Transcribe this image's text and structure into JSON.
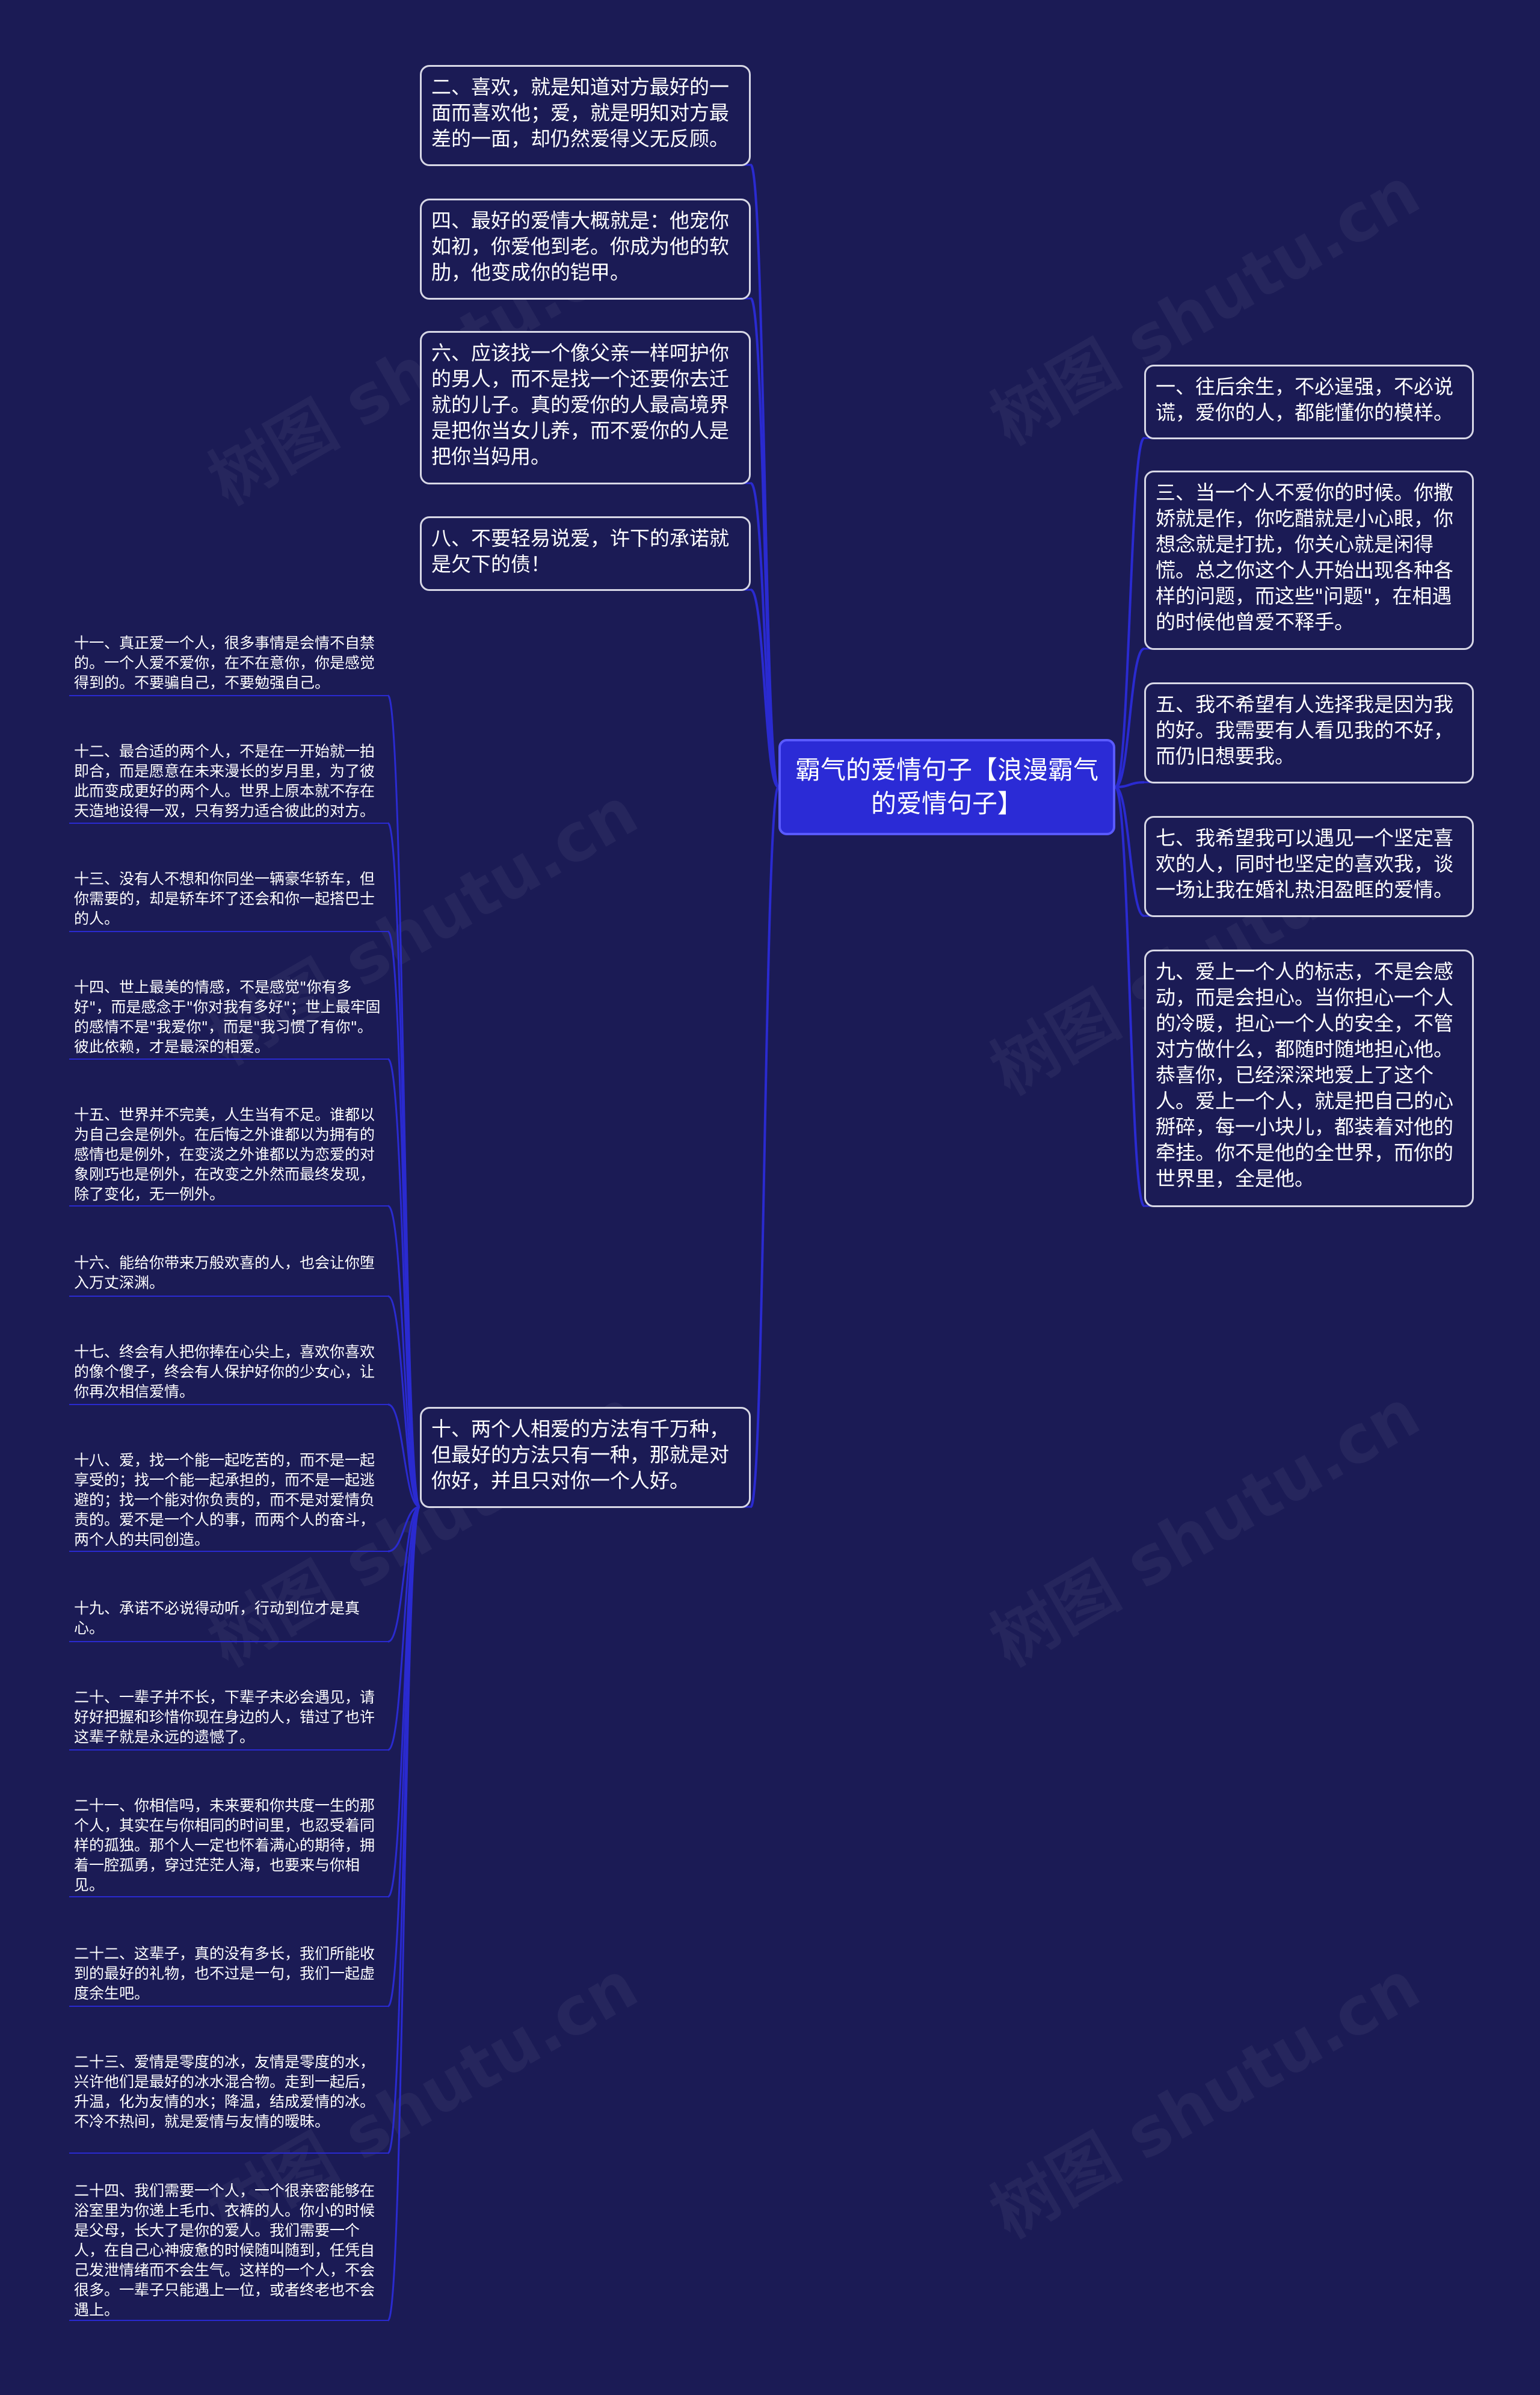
{
  "diagram": {
    "root": "霸气的爱情句子【浪漫霸气的爱情句子】",
    "left_nodes": [
      {
        "id": "n2",
        "text": "二、喜欢，就是知道对方最好的一面而喜欢他；爱，就是明知对方最差的一面，却仍然爱得义无反顾。"
      },
      {
        "id": "n4",
        "text": "四、最好的爱情大概就是：他宠你如初，你爱他到老。你成为他的软肋，他变成你的铠甲。"
      },
      {
        "id": "n6",
        "text": "六、应该找一个像父亲一样呵护你的男人，而不是找一个还要你去迁就的儿子。真的爱你的人最高境界是把你当女儿养，而不爱你的人是把你当妈用。"
      },
      {
        "id": "n8",
        "text": "八、不要轻易说爱，许下的承诺就是欠下的债！"
      },
      {
        "id": "n10",
        "text": "十、两个人相爱的方法有千万种，但最好的方法只有一种，那就是对你好，并且只对你一个人好。"
      }
    ],
    "right_nodes": [
      {
        "id": "n1",
        "text": "一、往后余生，不必逞强，不必说谎，爱你的人，都能懂你的模样。"
      },
      {
        "id": "n3",
        "text": "三、当一个人不爱你的时候。你撒娇就是作，你吃醋就是小心眼，你想念就是打扰，你关心就是闲得慌。总之你这个人开始出现各种各样的问题，而这些\"问题\"，在相遇的时候他曾爱不释手。"
      },
      {
        "id": "n5",
        "text": "五、我不希望有人选择我是因为我的好。我需要有人看见我的不好，而仍旧想要我。"
      },
      {
        "id": "n7",
        "text": "七、我希望我可以遇见一个坚定喜欢的人，同时也坚定的喜欢我，谈一场让我在婚礼热泪盈眶的爱情。"
      },
      {
        "id": "n9",
        "text": "九、爱上一个人的标志，不是会感动，而是会担心。当你担心一个人的冷暖，担心一个人的安全，不管对方做什么，都随时随地担心他。恭喜你，已经深深地爱上了这个人。爱上一个人，就是把自己的心掰碎，每一小块儿，都装着对他的牵挂。你不是他的全世界，而你的世界里，全是他。"
      }
    ],
    "sub_nodes": [
      {
        "id": "n11",
        "text": "十一、真正爱一个人，很多事情是会情不自禁的。一个人爱不爱你，在不在意你，你是感觉得到的。不要骗自己，不要勉强自己。"
      },
      {
        "id": "n12",
        "text": "十二、最合适的两个人，不是在一开始就一拍即合，而是愿意在未来漫长的岁月里，为了彼此而变成更好的两个人。世界上原本就不存在天造地设得一双，只有努力适合彼此的对方。"
      },
      {
        "id": "n13",
        "text": "十三、没有人不想和你同坐一辆豪华轿车，但你需要的，却是轿车坏了还会和你一起搭巴士的人。"
      },
      {
        "id": "n14",
        "text": "十四、世上最美的情感，不是感觉\"你有多好\"，而是感念于\"你对我有多好\"；世上最牢固的感情不是\"我爱你\"，而是\"我习惯了有你\"。彼此依赖，才是最深的相爱。"
      },
      {
        "id": "n15",
        "text": "十五、世界并不完美，人生当有不足。谁都以为自己会是例外。在后悔之外谁都以为拥有的感情也是例外，在变淡之外谁都以为恋爱的对象刚巧也是例外，在改变之外然而最终发现，除了变化，无一例外。"
      },
      {
        "id": "n16",
        "text": "十六、能给你带来万般欢喜的人，也会让你堕入万丈深渊。"
      },
      {
        "id": "n17",
        "text": "十七、终会有人把你捧在心尖上，喜欢你喜欢的像个傻子，终会有人保护好你的少女心，让你再次相信爱情。"
      },
      {
        "id": "n18",
        "text": "十八、爱，找一个能一起吃苦的，而不是一起享受的；找一个能一起承担的，而不是一起逃避的；找一个能对你负责的，而不是对爱情负责的。爱不是一个人的事，而两个人的奋斗，两个人的共同创造。"
      },
      {
        "id": "n19",
        "text": "十九、承诺不必说得动听，行动到位才是真心。"
      },
      {
        "id": "n20",
        "text": "二十、一辈子并不长，下辈子未必会遇见，请好好把握和珍惜你现在身边的人，错过了也许这辈子就是永远的遗憾了。"
      },
      {
        "id": "n21",
        "text": "二十一、你相信吗，未来要和你共度一生的那个人，其实在与你相同的时间里，也忍受着同样的孤独。那个人一定也怀着满心的期待，拥着一腔孤勇，穿过茫茫人海，也要来与你相见。"
      },
      {
        "id": "n22",
        "text": "二十二、这辈子，真的没有多长，我们所能收到的最好的礼物，也不过是一句，我们一起虚度余生吧。"
      },
      {
        "id": "n23",
        "text": "二十三、爱情是零度的冰，友情是零度的水，兴许他们是最好的冰水混合物。走到一起后，升温，化为友情的水；降温，结成爱情的冰。不冷不热间，就是爱情与友情的暧昧。"
      },
      {
        "id": "n24",
        "text": "二十四、我们需要一个人，一个很亲密能够在浴室里为你递上毛巾、衣裤的人。你小的时候是父母，长大了是你的爱人。我们需要一个人，在自己心神疲惫的时候随叫随到，任凭自己发泄情绪而不会生气。这样的一个人，不会很多。一辈子只能遇上一位，或者终老也不会遇上。"
      }
    ],
    "colors": {
      "background": "#1b1b55",
      "root_fill": "#2b2bd6",
      "link": "#2a2ad0",
      "node_border": "#d8d8e6",
      "text": "#ffffff"
    }
  }
}
